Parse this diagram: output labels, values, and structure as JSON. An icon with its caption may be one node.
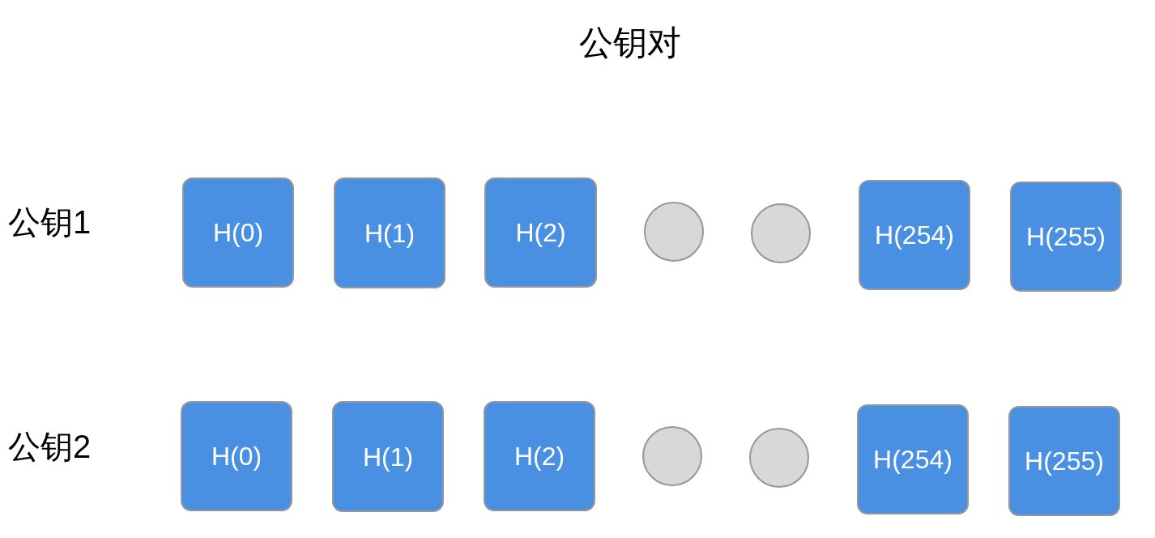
{
  "diagram": {
    "title": "公钥对",
    "nodes": [
      {
        "text": [
          "H(0)"
        ]
      },
      {
        "text": [
          "H(1)"
        ]
      },
      {
        "text": [
          "H(2)"
        ]
      },
      {
        "text": [],
        "shape": "circle"
      },
      {
        "text": [],
        "shape": "circle"
      },
      {
        "text": [
          "H(254)"
        ]
      },
      {
        "text": [
          "H(255)"
        ]
      },
      {
        "text": [
          "H(0)"
        ]
      },
      {
        "text": [
          "H(1)"
        ]
      },
      {
        "text": [
          "H(2)"
        ]
      },
      {
        "text": [],
        "shape": "circle"
      },
      {
        "text": [],
        "shape": "circle"
      },
      {
        "text": [
          "H(254)"
        ]
      },
      {
        "text": [
          "H(255)"
        ]
      }
    ],
    "labels": [
      "公钥1",
      "公钥2"
    ]
  }
}
